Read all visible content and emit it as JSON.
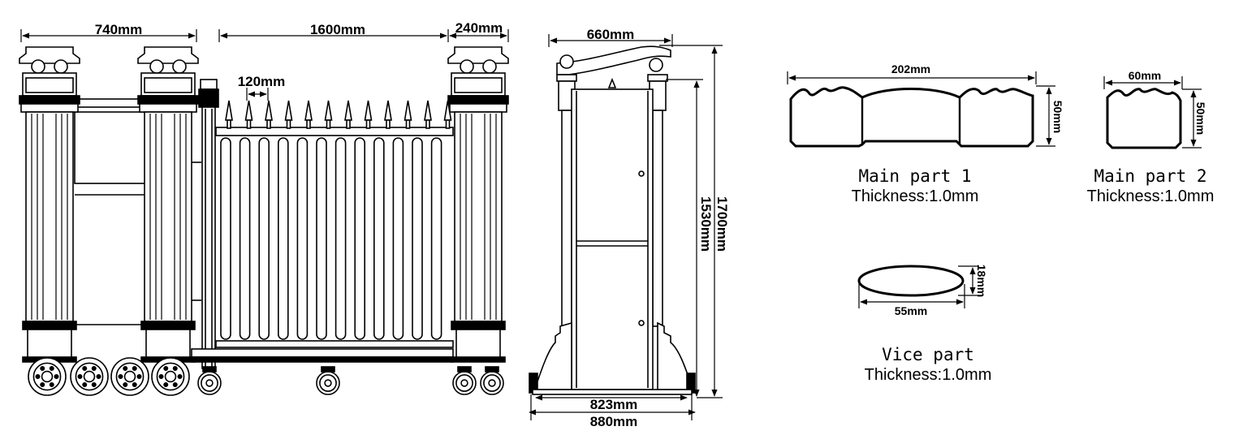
{
  "front_view": {
    "dims": {
      "pillar_pair_width": "740mm",
      "gate_span": "1600mm",
      "head_pillar_width": "240mm",
      "spike_spacing": "120mm"
    }
  },
  "side_view": {
    "dims": {
      "top_width": "660mm",
      "total_height": "1700mm",
      "body_height": "1530mm",
      "inner_base_width": "823mm",
      "outer_base_width": "880mm"
    }
  },
  "profiles": [
    {
      "name": "Main part 1",
      "thickness": "Thickness:1.0mm",
      "width": "202mm",
      "height": "50mm"
    },
    {
      "name": "Main part 2",
      "thickness": "Thickness:1.0mm",
      "width": "60mm",
      "height": "50mm"
    },
    {
      "name": "Vice part",
      "thickness": "Thickness:1.0mm",
      "width": "55mm",
      "height": "18mm"
    }
  ],
  "colors": {
    "line": "#000000",
    "background": "#ffffff"
  }
}
